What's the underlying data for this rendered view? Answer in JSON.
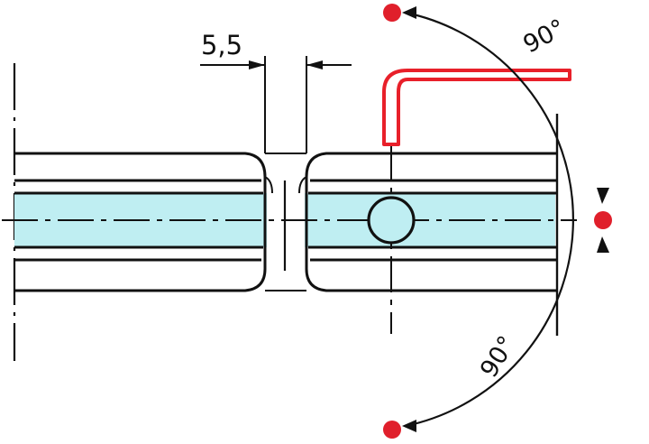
{
  "dimension": {
    "gap_label": "5,5"
  },
  "angles": {
    "upper_label": "90°",
    "lower_label": "90°"
  },
  "colors": {
    "line": "#111111",
    "channel_fill": "#bfeef2",
    "wrench": "#e8202a",
    "pivot_dot": "#e01f2b"
  },
  "icons": {
    "tool": "hex-key-icon",
    "positions": "pivot-dot-icon"
  }
}
